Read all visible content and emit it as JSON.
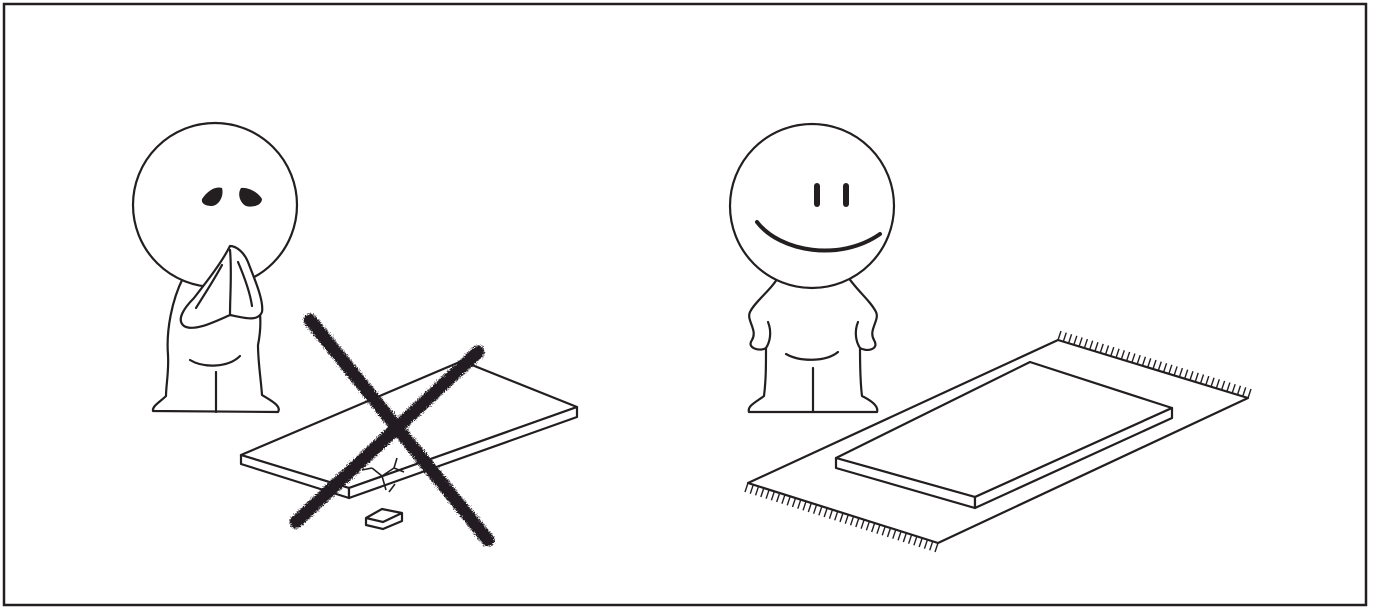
{
  "diagram": {
    "panels": [
      {
        "id": "wrong",
        "figure": "worried-figure-praying",
        "object": "cracked-board",
        "marker": "cross-out"
      },
      {
        "id": "right",
        "figure": "smiling-figure",
        "object": "board-on-rug",
        "marker": "none"
      }
    ],
    "colors": {
      "stroke": "#231f20",
      "background": "#ffffff"
    },
    "icons": [
      "cross-out-icon",
      "crack-icon",
      "fringe-icon"
    ]
  }
}
